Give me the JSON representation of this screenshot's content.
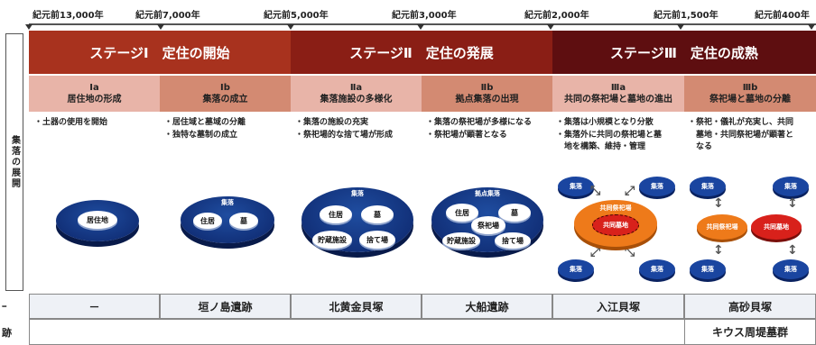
{
  "timeline": {
    "ticks": [
      "紀元前13,000年",
      "紀元前7,000年",
      "紀元前5,000年",
      "紀元前3,000年",
      "紀元前2,000年",
      "紀元前1,500年",
      "紀元前400年"
    ]
  },
  "left_label": "集落の展開",
  "stages": [
    {
      "label": "ステージⅠ　定住の開始",
      "color": "#a8321e"
    },
    {
      "label": "ステージⅡ　定住の発展",
      "color": "#8a1e15"
    },
    {
      "label": "ステージⅢ　定住の成熟",
      "color": "#5e0e10"
    }
  ],
  "substages": [
    {
      "code": "Ⅰa",
      "name": "居住地の形成",
      "color": "#e8b4a8"
    },
    {
      "code": "Ⅰb",
      "name": "集落の成立",
      "color": "#d38a72"
    },
    {
      "code": "Ⅱa",
      "name": "集落施設の多様化",
      "color": "#e8b4a8"
    },
    {
      "code": "Ⅱb",
      "name": "拠点集落の出現",
      "color": "#d38a72"
    },
    {
      "code": "Ⅲa",
      "name": "共同の祭祀場と墓地の進出",
      "color": "#e8b4a8"
    },
    {
      "code": "Ⅲb",
      "name": "祭祀場と墓地の分離",
      "color": "#d38a72"
    }
  ],
  "bullets": [
    [
      "・土器の使用を開始"
    ],
    [
      "・居住域と墓域の分離",
      "・独特な墓制の成立"
    ],
    [
      "・集落の施設の充実",
      "・祭祀場的な捨て場が形成"
    ],
    [
      "・集落の祭祀場が多様になる",
      "・祭祀場が顕著となる"
    ],
    [
      "・集落は小規模となり分散",
      "・集落外に共同の祭祀場と墓",
      "　地を構築、維持・管理"
    ],
    [
      "・祭祀・儀礼が充実し、共同",
      "　墓地・共同祭祀場が顕著と",
      "　なる"
    ]
  ],
  "diagrams": {
    "d1": {
      "house": "居住地"
    },
    "d2": {
      "title": "集落",
      "items": [
        "住居",
        "墓"
      ]
    },
    "d3": {
      "title": "集落",
      "items": [
        "住居",
        "墓",
        "貯蔵施設",
        "捨て場"
      ]
    },
    "d4": {
      "title": "拠点集落",
      "items": [
        "住居",
        "墓",
        "祭祀場",
        "貯蔵施設",
        "捨て場"
      ]
    },
    "d5": {
      "settlement": "集落",
      "ritual": "共同祭祀場",
      "grave": "共同墓地"
    },
    "d6": {
      "settlement": "集落",
      "ritual": "共同祭祀場",
      "grave": "共同墓地"
    }
  },
  "sites_row1": [
    "－",
    "垣ノ島遺跡",
    "北黄金貝塚",
    "大船遺跡",
    "入江貝塚",
    "高砂貝塚"
  ],
  "sites_row2": [
    "キウス周堤墓群"
  ],
  "row_labels": [
    "ｰ",
    "跡"
  ]
}
